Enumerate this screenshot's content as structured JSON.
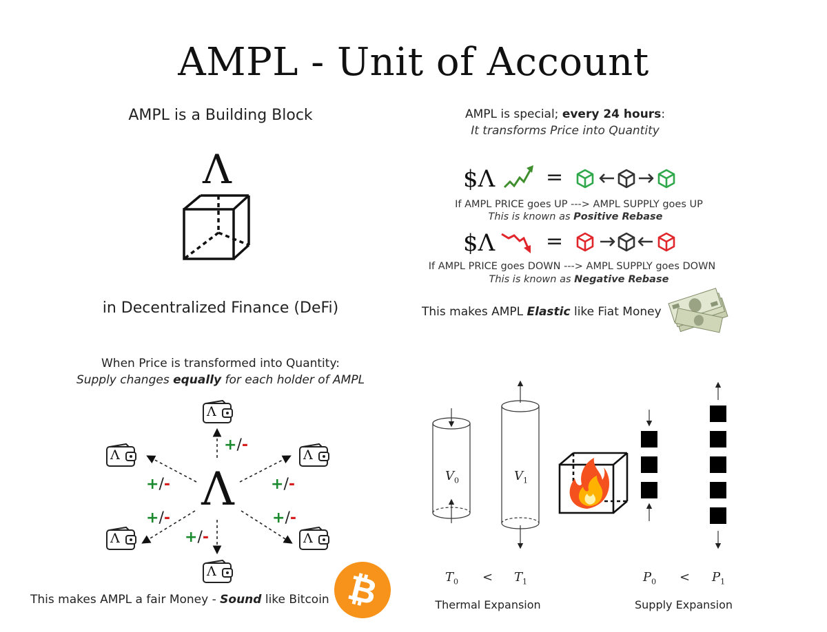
{
  "title": "AMPL - Unit of Account",
  "top_left": {
    "heading": "AMPL is a Building Block",
    "footer": "in Decentralized Finance (DeFi)",
    "lambda_symbol": "Λ"
  },
  "top_right": {
    "heading_prefix": "AMPL is special; ",
    "heading_bold": "every 24 hours",
    "heading_suffix": ":",
    "subheading": "It transforms Price into Quantity",
    "currency_symbol": "$",
    "lambda_symbol": "Λ",
    "equals": "=",
    "positive_line": "If AMPL PRICE goes UP ---> AMPL SUPPLY goes UP",
    "positive_known_prefix": "This is known as ",
    "positive_known_bold": "Positive Rebase",
    "negative_line": "If AMPL PRICE goes DOWN ---> AMPL SUPPLY goes DOWN",
    "negative_known_prefix": "This is known as ",
    "negative_known_bold": "Negative Rebase",
    "elastic_prefix": "This makes AMPL ",
    "elastic_bold": "Elastic",
    "elastic_suffix": " like Fiat Money",
    "money_icon": "dollar-bills-icon",
    "colors": {
      "positive": "#2ea84a",
      "negative": "#e0262b",
      "neutral": "#333333"
    }
  },
  "bottom_left": {
    "heading": "When Price is transformed into Quantity:",
    "sub_prefix": "Supply changes ",
    "sub_bold": "equally",
    "sub_suffix": " for each holder of AMPL",
    "center_symbol": "Λ",
    "plus": "+",
    "slash": "/",
    "minus": "-",
    "wallet_symbol": "Λ",
    "footer_prefix": "This makes AMPL a fair Money - ",
    "footer_bold": "Sound",
    "footer_suffix": " like Bitcoin",
    "bitcoin_symbol": "₿",
    "bitcoin_color": "#f7931a"
  },
  "bottom_right": {
    "v0": "V",
    "v0_sub": "0",
    "v1": "V",
    "v1_sub": "1",
    "t0": "T",
    "t0_sub": "0",
    "t1": "T",
    "t1_sub": "1",
    "p0": "P",
    "p0_sub": "0",
    "p1": "P",
    "p1_sub": "1",
    "lt": "<",
    "thermal_caption": "Thermal Expansion",
    "supply_caption": "Supply Expansion",
    "fire_icon": "fire-icon"
  }
}
